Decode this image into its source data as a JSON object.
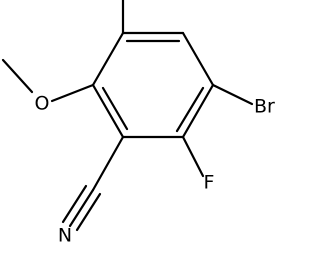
{
  "atoms": {
    "br": "Br",
    "f": "F",
    "n": "N",
    "o": "O"
  },
  "colors": {
    "bond": "#000000",
    "label": "#000000",
    "background": "#ffffff"
  }
}
